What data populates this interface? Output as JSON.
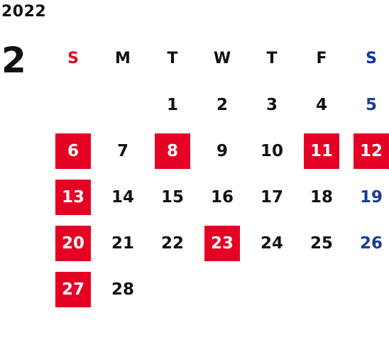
{
  "year": "2022",
  "month": "2",
  "colors": {
    "holiday_bg": "#e60023",
    "sun_head": "#e60023",
    "sat": "#1a3d8f",
    "sat_head": "#0b2fb5",
    "text": "#111111",
    "highlight_text": "#ffffff"
  },
  "weekdays": [
    "S",
    "M",
    "T",
    "W",
    "T",
    "F",
    "S"
  ],
  "days": [
    {
      "d": "1",
      "col": 3,
      "row": 1
    },
    {
      "d": "2",
      "col": 4,
      "row": 1
    },
    {
      "d": "3",
      "col": 5,
      "row": 1
    },
    {
      "d": "4",
      "col": 6,
      "row": 1
    },
    {
      "d": "5",
      "col": 7,
      "row": 1,
      "sat": true
    },
    {
      "d": "6",
      "col": 1,
      "row": 2,
      "hl": true
    },
    {
      "d": "7",
      "col": 2,
      "row": 2
    },
    {
      "d": "8",
      "col": 3,
      "row": 2,
      "hl": true
    },
    {
      "d": "9",
      "col": 4,
      "row": 2
    },
    {
      "d": "10",
      "col": 5,
      "row": 2
    },
    {
      "d": "11",
      "col": 6,
      "row": 2,
      "hl": true
    },
    {
      "d": "12",
      "col": 7,
      "row": 2,
      "hl": true
    },
    {
      "d": "13",
      "col": 1,
      "row": 3,
      "hl": true
    },
    {
      "d": "14",
      "col": 2,
      "row": 3
    },
    {
      "d": "15",
      "col": 3,
      "row": 3
    },
    {
      "d": "16",
      "col": 4,
      "row": 3
    },
    {
      "d": "17",
      "col": 5,
      "row": 3
    },
    {
      "d": "18",
      "col": 6,
      "row": 3
    },
    {
      "d": "19",
      "col": 7,
      "row": 3,
      "sat": true
    },
    {
      "d": "20",
      "col": 1,
      "row": 4,
      "hl": true
    },
    {
      "d": "21",
      "col": 2,
      "row": 4
    },
    {
      "d": "22",
      "col": 3,
      "row": 4
    },
    {
      "d": "23",
      "col": 4,
      "row": 4,
      "hl": true
    },
    {
      "d": "24",
      "col": 5,
      "row": 4
    },
    {
      "d": "25",
      "col": 6,
      "row": 4
    },
    {
      "d": "26",
      "col": 7,
      "row": 4,
      "sat": true
    },
    {
      "d": "27",
      "col": 1,
      "row": 5,
      "hl": true
    },
    {
      "d": "28",
      "col": 2,
      "row": 5
    }
  ]
}
